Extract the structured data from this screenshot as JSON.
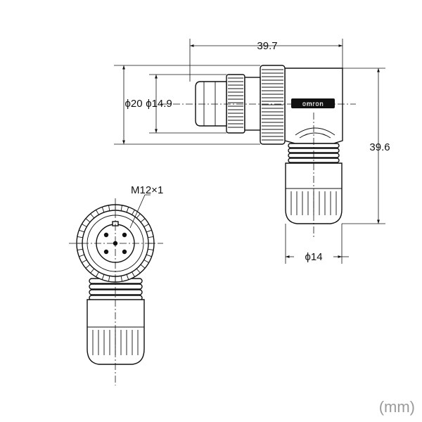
{
  "dimensions": {
    "overall_length": "39.7",
    "overall_height": "39.6",
    "outer_diameter": "ϕ20",
    "inner_diameter": "ϕ14.9",
    "body_diameter": "ϕ14",
    "thread": "M12×1"
  },
  "logo": "omron",
  "unit_label": "(mm)"
}
